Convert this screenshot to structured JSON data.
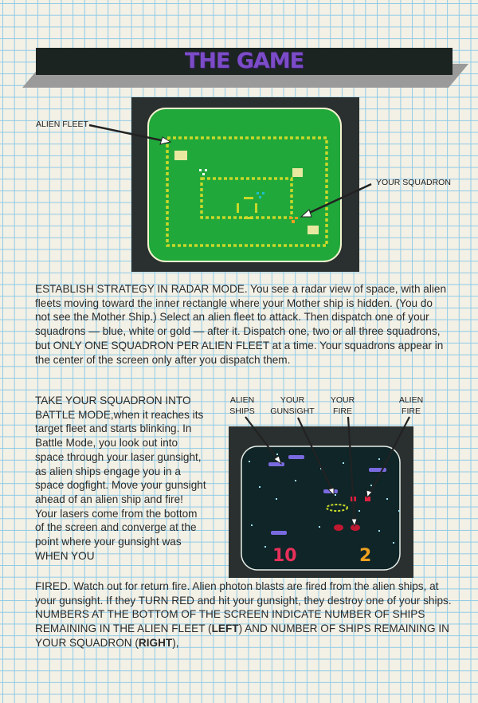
{
  "title": "THE GAME",
  "radar_figure": {
    "labels": {
      "alien_fleet": "ALIEN FLEET",
      "your_squadron": "YOUR SQUADRON"
    }
  },
  "paragraph1": "ESTABLISH STRATEGY IN RADAR MODE. You see a radar view of space, with alien fleets moving toward the inner rectangle where your Mother ship is hidden. (You do not see the Mother Ship.) Select an alien fleet to attack. Then dispatch one of your squadrons — blue, white or gold — after it. Dispatch one, two or all three squadrons, but ONLY ONE SQUADRON PER ALIEN FLEET at a time. Your squadrons appear in the center of the screen only after you dispatch them.",
  "paragraph2": "TAKE YOUR SQUADRON INTO BATTLE MODE,when it reaches its target fleet and starts blinking. In Battle Mode, you look out into space through your laser gunsight, as alien ships engage you in a space dogfight. Move your gunsight ahead of an alien ship and fire! Your lasers come from the bottom of the screen and converge at the point where your gunsight was WHEN YOU",
  "paragraph3_parts": [
    "FIRED. Watch out for return fire. Alien photon blasts are fired from the alien ships, at your gunsight. If they TURN RED and hit your gunsight, they destroy one of your ships. NUMBERS AT THE BOTTOM OF THE SCREEN INDICATE NUMBER OF SHIPS REMAINING IN THE ALIEN FLEET (",
    "LEFT",
    ") AND NUMBER OF SHIPS REMAINING IN YOUR SQUADRON (",
    "RIGHT",
    "),"
  ],
  "battle_figure": {
    "labels": {
      "alien_ships": "ALIEN SHIPS",
      "your_gunsight": "YOUR GUNSIGHT",
      "your_fire": "YOUR FIRE",
      "alien_fire": "ALIEN FIRE"
    },
    "alien_fleet_count": "10",
    "squadron_count": "2"
  },
  "colors": {
    "grid": "#8fcbe6",
    "paper": "#f3f0e6",
    "radar_green": "#21a83a",
    "radar_dots": "#c8d82a",
    "title_purple": "#7c4cc8",
    "screen_dark": "#0f2528"
  }
}
